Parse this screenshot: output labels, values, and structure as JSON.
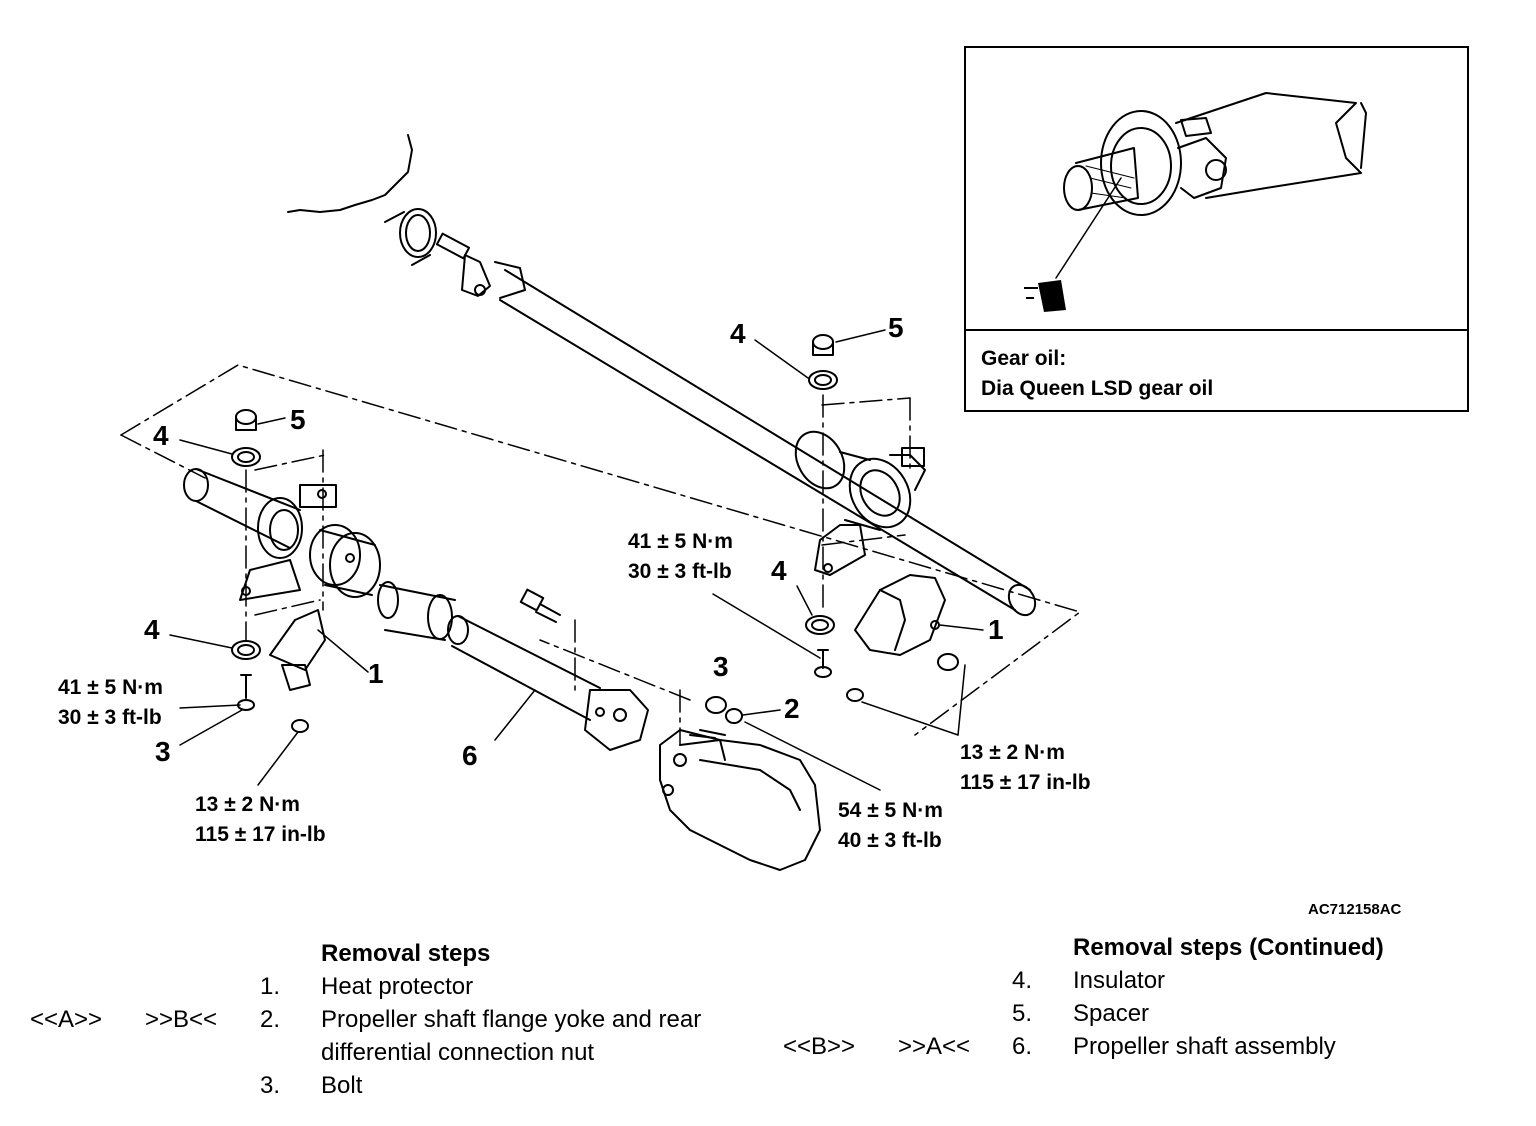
{
  "inset": {
    "gear_oil_label": "Gear oil:",
    "gear_oil_name": "Dia Queen LSD gear oil"
  },
  "callouts": {
    "n4_top": "4",
    "n5_top": "5",
    "n4_left": "4",
    "n5_left": "5",
    "n4_mid": "4",
    "n1_right": "1",
    "n1_left": "1",
    "n4_lower_left": "4",
    "n3_left": "3",
    "n3_mid": "3",
    "n2": "2",
    "n6": "6"
  },
  "torques": {
    "t_mid_bolt": [
      "41 ± 5 N·m",
      "30 ± 3 ft-lb"
    ],
    "t_left_bolt": [
      "41 ± 5 N·m",
      "30 ± 3 ft-lb"
    ],
    "t_left_nut": [
      "13 ± 2 N·m",
      "115 ± 17 in-lb"
    ],
    "t_right_nut": [
      "13 ± 2 N·m",
      "115 ± 17 in-lb"
    ],
    "t_diff_nut": [
      "54 ± 5 N·m",
      "40 ± 3 ft-lb"
    ]
  },
  "figure_code": "AC712158AC",
  "removal_steps": {
    "title": "Removal steps",
    "items": [
      {
        "ref1": "",
        "ref2": "",
        "number": "1.",
        "text": "Heat protector"
      },
      {
        "ref1": "<<A>>",
        "ref2": ">>B<<",
        "number": "2.",
        "text": "Propeller shaft flange yoke and rear"
      },
      {
        "ref1": "",
        "ref2": "",
        "number": "",
        "text": "differential connection nut"
      },
      {
        "ref1": "",
        "ref2": "",
        "number": "3.",
        "text": "Bolt"
      }
    ]
  },
  "removal_steps_continued": {
    "title": "Removal steps (Continued)",
    "items": [
      {
        "ref1": "",
        "ref2": "",
        "number": "4.",
        "text": "Insulator"
      },
      {
        "ref1": "",
        "ref2": "",
        "number": "5.",
        "text": "Spacer"
      },
      {
        "ref1": "<<B>>",
        "ref2": ">>A<<",
        "number": "6.",
        "text": "Propeller shaft assembly"
      }
    ]
  }
}
